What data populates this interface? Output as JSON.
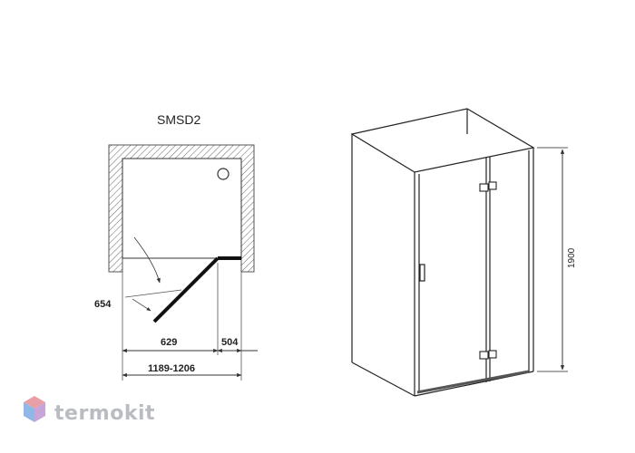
{
  "model": "SMSD2",
  "dimensions": {
    "door_swing": "654",
    "door_panel": "629",
    "fixed_panel": "504",
    "total_width": "1189-1206",
    "height": "1900"
  },
  "brand": {
    "name": "termokit",
    "colors": [
      "#e8a0a8",
      "#8fb8e6",
      "#c9a4d8"
    ]
  }
}
